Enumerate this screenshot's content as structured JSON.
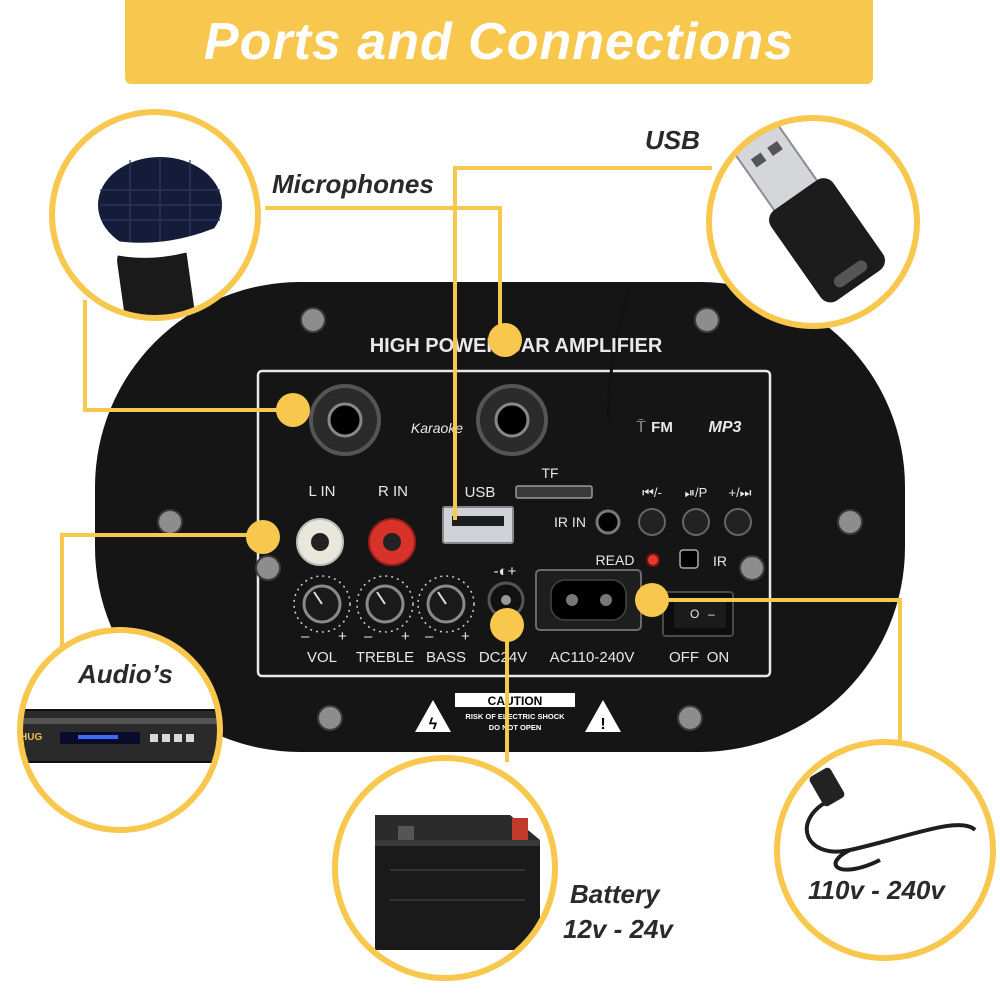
{
  "header": {
    "title": "Ports and Connections"
  },
  "callouts": {
    "usb": "USB",
    "microphones": "Microphones",
    "audios": "Audio’s",
    "battery_line1": "Battery",
    "battery_line2": "12v - 24v",
    "power_cable": "110v - 240v"
  },
  "panel": {
    "title": "HIGH POWER BAR AMPLIFIER",
    "karaoke": "Karaoke",
    "fm": "FM",
    "mp3": "MP3",
    "l_in": "L IN",
    "r_in": "R IN",
    "usb": "USB",
    "tf": "TF",
    "ir_in": "IR IN",
    "prev_vol_down": "⏮/-",
    "play_pause": "⏯/P",
    "next_vol_up": "+/⏭",
    "read": "READ",
    "ir": "IR",
    "dc_symbol": "-◐+",
    "vol": "VOL",
    "treble": "TREBLE",
    "bass": "BASS",
    "dc_label": "DC24V",
    "ac_label": "AC110-240V",
    "off": "OFF",
    "on": "ON",
    "caution": "CAUTION",
    "risk": "RISK OF ELECTRIC SHOCK",
    "do_not_open": "DO NOT OPEN",
    "dev_brand": "HUG"
  },
  "colors": {
    "accent": "#f7c74e",
    "panel": "#151515",
    "text_light": "#e8e8e8"
  }
}
